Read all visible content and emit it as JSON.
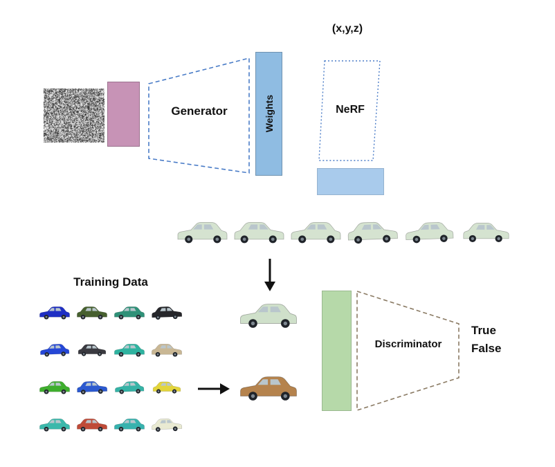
{
  "labels": {
    "coords": "(x,y,z)",
    "generator": "Generator",
    "weights": "Weights",
    "nerf": "NeRF",
    "training_data": "Training Data",
    "discriminator": "Discriminator",
    "true_label": "True",
    "false_label": "False"
  },
  "colors": {
    "latent_block": "#c793b6",
    "weights_block": "#8fbce2",
    "nerf_output_block": "#a9cbec",
    "discriminator_input_block": "#b6d9a9",
    "generator_outline": "#4a7cc7",
    "nerf_outline": "#4a7cc7",
    "discriminator_outline": "#8a7a63",
    "arrow": "#111111"
  },
  "rendered_views": [
    "#d5e3d0",
    "#d5e3d0",
    "#d5e3d0",
    "#d5e3d0",
    "#d5e3d0",
    "#d5e3d0"
  ],
  "training_cars": [
    "#1f2fc4",
    "#47602f",
    "#2f9178",
    "#26262a",
    "#2547d6",
    "#3a3a40",
    "#2fb3a0",
    "#c9b794",
    "#3fae2e",
    "#2b59d0",
    "#35b3a6",
    "#e3d53b",
    "#3bb8ab",
    "#bf4b38",
    "#37b2ae",
    "#e9ead2"
  ],
  "generated_samples": {
    "car_top": "#cfe0ca",
    "car_bottom": "#b5834d"
  }
}
